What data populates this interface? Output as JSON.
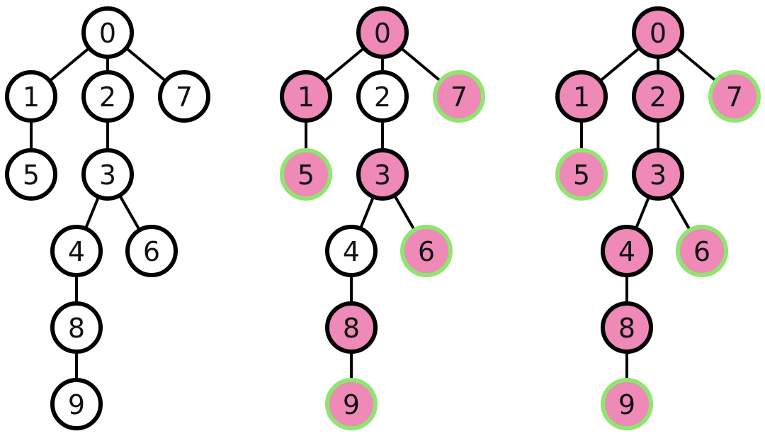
{
  "colors": {
    "edge": "#000000",
    "default_fill": "#ffffff",
    "default_stroke": "#000000",
    "highlight_fill": "#ee89b8",
    "leaf_stroke": "#8fe56f"
  },
  "trees": [
    {
      "edges": [
        [
          "0",
          "1"
        ],
        [
          "0",
          "2"
        ],
        [
          "0",
          "7"
        ],
        [
          "1",
          "5"
        ],
        [
          "2",
          "3"
        ],
        [
          "3",
          "4"
        ],
        [
          "3",
          "6"
        ],
        [
          "4",
          "8"
        ],
        [
          "8",
          "9"
        ]
      ],
      "nodes": [
        {
          "id": "0",
          "label": "0",
          "fill": "default",
          "stroke": "default"
        },
        {
          "id": "1",
          "label": "1",
          "fill": "default",
          "stroke": "default"
        },
        {
          "id": "2",
          "label": "2",
          "fill": "default",
          "stroke": "default"
        },
        {
          "id": "7",
          "label": "7",
          "fill": "default",
          "stroke": "default"
        },
        {
          "id": "5",
          "label": "5",
          "fill": "default",
          "stroke": "default"
        },
        {
          "id": "3",
          "label": "3",
          "fill": "default",
          "stroke": "default"
        },
        {
          "id": "4",
          "label": "4",
          "fill": "default",
          "stroke": "default"
        },
        {
          "id": "6",
          "label": "6",
          "fill": "default",
          "stroke": "default"
        },
        {
          "id": "8",
          "label": "8",
          "fill": "default",
          "stroke": "default"
        },
        {
          "id": "9",
          "label": "9",
          "fill": "default",
          "stroke": "default"
        }
      ]
    },
    {
      "edges": [
        [
          "0",
          "1"
        ],
        [
          "0",
          "2"
        ],
        [
          "0",
          "7"
        ],
        [
          "1",
          "5"
        ],
        [
          "2",
          "3"
        ],
        [
          "3",
          "4"
        ],
        [
          "3",
          "6"
        ],
        [
          "4",
          "8"
        ],
        [
          "8",
          "9"
        ]
      ],
      "nodes": [
        {
          "id": "0",
          "label": "0",
          "fill": "highlight",
          "stroke": "default"
        },
        {
          "id": "1",
          "label": "1",
          "fill": "highlight",
          "stroke": "default"
        },
        {
          "id": "2",
          "label": "2",
          "fill": "default",
          "stroke": "default"
        },
        {
          "id": "7",
          "label": "7",
          "fill": "highlight",
          "stroke": "leaf"
        },
        {
          "id": "5",
          "label": "5",
          "fill": "highlight",
          "stroke": "leaf"
        },
        {
          "id": "3",
          "label": "3",
          "fill": "highlight",
          "stroke": "default"
        },
        {
          "id": "4",
          "label": "4",
          "fill": "default",
          "stroke": "default"
        },
        {
          "id": "6",
          "label": "6",
          "fill": "highlight",
          "stroke": "leaf"
        },
        {
          "id": "8",
          "label": "8",
          "fill": "highlight",
          "stroke": "default"
        },
        {
          "id": "9",
          "label": "9",
          "fill": "highlight",
          "stroke": "leaf"
        }
      ]
    },
    {
      "edges": [
        [
          "0",
          "1"
        ],
        [
          "0",
          "2"
        ],
        [
          "0",
          "7"
        ],
        [
          "1",
          "5"
        ],
        [
          "2",
          "3"
        ],
        [
          "3",
          "4"
        ],
        [
          "3",
          "6"
        ],
        [
          "4",
          "8"
        ],
        [
          "8",
          "9"
        ]
      ],
      "nodes": [
        {
          "id": "0",
          "label": "0",
          "fill": "highlight",
          "stroke": "default"
        },
        {
          "id": "1",
          "label": "1",
          "fill": "highlight",
          "stroke": "default"
        },
        {
          "id": "2",
          "label": "2",
          "fill": "highlight",
          "stroke": "default"
        },
        {
          "id": "7",
          "label": "7",
          "fill": "highlight",
          "stroke": "leaf"
        },
        {
          "id": "5",
          "label": "5",
          "fill": "highlight",
          "stroke": "leaf"
        },
        {
          "id": "3",
          "label": "3",
          "fill": "highlight",
          "stroke": "default"
        },
        {
          "id": "4",
          "label": "4",
          "fill": "highlight",
          "stroke": "default"
        },
        {
          "id": "6",
          "label": "6",
          "fill": "highlight",
          "stroke": "leaf"
        },
        {
          "id": "8",
          "label": "8",
          "fill": "highlight",
          "stroke": "default"
        },
        {
          "id": "9",
          "label": "9",
          "fill": "highlight",
          "stroke": "leaf"
        }
      ]
    }
  ]
}
